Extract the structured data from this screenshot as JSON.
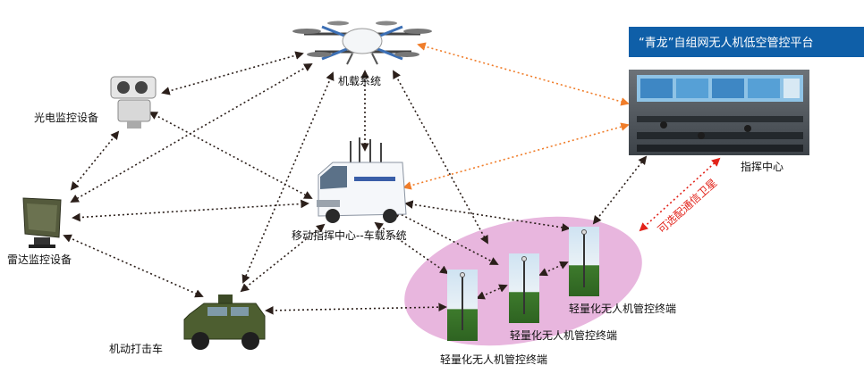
{
  "banner": {
    "title": "“青龙”自组网无人机低空管控平台",
    "bg_color": "#0f5fa8"
  },
  "nodes": {
    "drone": {
      "label": "机载系统",
      "icon": "hexacopter-drone-icon"
    },
    "eo_monitor": {
      "label": "光电监控设备",
      "icon": "eo-camera-turret-icon"
    },
    "radar": {
      "label": "雷达监控设备",
      "icon": "radar-panel-icon"
    },
    "mobile_command": {
      "label": "移动指挥中心--车载系统",
      "icon": "command-van-icon"
    },
    "command_center": {
      "label": "指挥中心",
      "icon": "control-room-photo"
    },
    "strike_vehicle": {
      "label": "机动打击车",
      "icon": "military-vehicle-icon"
    },
    "terminals": [
      {
        "label": "轻量化无人机管控终端",
        "icon": "mast-terminal-photo"
      },
      {
        "label": "轻量化无人机管控终端",
        "icon": "mast-terminal-photo"
      },
      {
        "label": "轻量化无人机管控终端",
        "icon": "mast-terminal-photo"
      }
    ]
  },
  "optional_link": {
    "label": "可选配通信卫星",
    "color": "#e2231a"
  },
  "colors": {
    "link_dark": "#2b1f1a",
    "link_orange": "#f07d2a",
    "terminal_zone": "#e8b6de"
  }
}
